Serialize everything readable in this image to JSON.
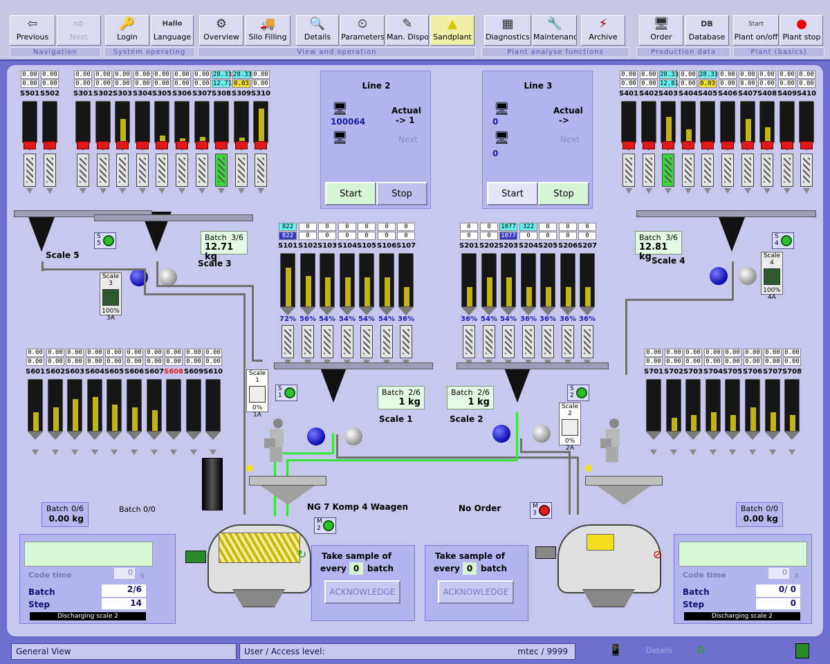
{
  "toolbar": {
    "buttons": [
      {
        "id": "previous",
        "label": "Previous",
        "icon": "arrow-left-icon"
      },
      {
        "id": "next",
        "label": "Next",
        "icon": "arrow-right-icon"
      },
      {
        "id": "login",
        "label": "Login",
        "icon": "key-icon"
      },
      {
        "id": "language",
        "label": "Language",
        "icon": "speech-bubble-icon"
      },
      {
        "id": "overview",
        "label": "Overview",
        "icon": "overview-icon"
      },
      {
        "id": "silo_filling",
        "label": "Silo Filling",
        "icon": "silo-truck-icon"
      },
      {
        "id": "details",
        "label": "Details",
        "icon": "magnifier-icon"
      },
      {
        "id": "parameters",
        "label": "Parameters",
        "icon": "clock-icon"
      },
      {
        "id": "man_dispo",
        "label": "Man. Dispo",
        "icon": "crayons-icon"
      },
      {
        "id": "sandplant",
        "label": "Sandplant",
        "icon": "sand-pile-icon"
      },
      {
        "id": "diagnostics",
        "label": "Diagnostics",
        "icon": "diagnostics-icon"
      },
      {
        "id": "maintenance",
        "label": "Maintenance",
        "icon": "wrench-icon"
      },
      {
        "id": "archive",
        "label": "Archive",
        "icon": "archive-icon"
      },
      {
        "id": "order",
        "label": "Order",
        "icon": "order-icon"
      },
      {
        "id": "database",
        "label": "Database",
        "icon": "database-icon"
      },
      {
        "id": "plant_onoff",
        "label": "Plant on/off",
        "icon": "start-icon"
      },
      {
        "id": "plant_stop",
        "label": "Plant stop",
        "icon": "stop-light-icon"
      }
    ],
    "icon_text": {
      "language": "Hallo",
      "database": "DB",
      "plant_onoff": "Start"
    },
    "groups": [
      "Navigation",
      "System operating",
      "View and operation",
      "Plant analyse functions",
      "Production data",
      "Plant (basics)"
    ]
  },
  "silos": {
    "s501": {
      "labels": [
        "S501",
        "S502"
      ],
      "vals_top": [
        "0.00",
        "0.00"
      ],
      "vals_bot": [
        "0.00",
        "0.00"
      ],
      "fill": [
        0,
        0
      ]
    },
    "s301": {
      "labels": [
        "S301",
        "S302",
        "S303",
        "S304",
        "S305",
        "S306",
        "S307",
        "S308",
        "S309",
        "S310"
      ],
      "vals_top": [
        "0.00",
        "0.00",
        "0.00",
        "0.00",
        "0.00",
        "0.00",
        "0.00",
        "28.33",
        "28.33",
        "0.00"
      ],
      "vals_bot": [
        "0.00",
        "0.00",
        "0.00",
        "0.00",
        "0.00",
        "0.00",
        "0.00",
        "12.71",
        "0.03",
        "0.00"
      ],
      "fill": [
        0,
        0,
        0.55,
        0,
        0.15,
        0.08,
        0.12,
        0,
        0.1,
        0.8
      ]
    },
    "s401": {
      "labels": [
        "S401",
        "S402",
        "S403",
        "S404",
        "S405",
        "S406",
        "S407",
        "S408",
        "S409",
        "S410"
      ],
      "vals_top": [
        "0.00",
        "0.00",
        "28.33",
        "0.00",
        "28.33",
        "0.00",
        "0.00",
        "0.00",
        "0.00",
        "0.00"
      ],
      "vals_bot": [
        "0.00",
        "0.00",
        "12.81",
        "0.00",
        "0.03",
        "0.00",
        "0.00",
        "0.00",
        "0.00",
        "0.00"
      ],
      "fill": [
        0,
        0,
        0.6,
        0.3,
        0,
        0,
        0.55,
        0.35,
        0,
        0
      ]
    },
    "s101": {
      "labels": [
        "S101",
        "S102",
        "S103",
        "S104",
        "S105",
        "S106",
        "S107"
      ],
      "vals_top": [
        "822",
        "0",
        "0",
        "0",
        "0",
        "0",
        "0"
      ],
      "vals_bot": [
        "822",
        "0",
        "0",
        "0",
        "0",
        "0",
        "0"
      ],
      "pct": [
        "72%",
        "56%",
        "54%",
        "54%",
        "54%",
        "54%",
        "36%"
      ],
      "fill": [
        0.72,
        0.56,
        0.54,
        0.54,
        0.54,
        0.54,
        0.36
      ]
    },
    "s201": {
      "labels": [
        "S201",
        "S202",
        "S203",
        "S204",
        "S205",
        "S206",
        "S207"
      ],
      "vals_top": [
        "0",
        "0",
        "1077",
        "322",
        "0",
        "0",
        "0"
      ],
      "vals_bot": [
        "0",
        "0",
        "1077",
        "0",
        "0",
        "0",
        "0"
      ],
      "pct": [
        "36%",
        "54%",
        "54%",
        "36%",
        "36%",
        "36%",
        "36%"
      ],
      "fill": [
        0.36,
        0.54,
        0.54,
        0.36,
        0.36,
        0.36,
        0.36
      ]
    },
    "s601": {
      "labels": [
        "S601",
        "S602",
        "S603",
        "S604",
        "S605",
        "S606",
        "S607",
        "S608",
        "S609",
        "S610"
      ],
      "vals_top": [
        "0.00",
        "0.00",
        "0.00",
        "0.00",
        "0.00",
        "0.00",
        "0.00",
        "0.00",
        "0.00",
        "0.00"
      ],
      "vals_bot": [
        "0.00",
        "0.00",
        "0.00",
        "0.00",
        "0.00",
        "0.00",
        "0.00",
        "0.00",
        "0.00",
        "0.00"
      ],
      "fill": [
        0.35,
        0.45,
        0.6,
        0.65,
        0.5,
        0.45,
        0.4,
        0,
        0,
        0
      ],
      "alarm_label": "S608"
    },
    "s701": {
      "labels": [
        "S701",
        "S702",
        "S703",
        "S704",
        "S705",
        "S706",
        "S707",
        "S708"
      ],
      "vals_top": [
        "0.00",
        "0.00",
        "0.00",
        "0.00",
        "0.00",
        "0.00",
        "0.00",
        "0.00"
      ],
      "vals_bot": [
        "0.00",
        "0.00",
        "0.00",
        "0.00",
        "0.00",
        "0.00",
        "0.00",
        "0.00"
      ],
      "fill": [
        0,
        0.25,
        0.3,
        0.35,
        0.3,
        0.45,
        0.35,
        0.3
      ]
    }
  },
  "alarm_icon": "alarm-icon",
  "scales": {
    "scale5": "Scale 5",
    "scale3": "Scale 3",
    "scale4": "Scale 4",
    "scale1": "Scale 1",
    "scale2": "Scale 2",
    "batch3": {
      "label": "Batch",
      "value": "3/6",
      "weight": "12.71 kg"
    },
    "batch4": {
      "label": "Batch",
      "value": "3/6",
      "weight": "12.81 kg"
    },
    "batch1": {
      "label": "Batch",
      "value": "2/6",
      "weight": "1 kg"
    },
    "batch2": {
      "label": "Batch",
      "value": "2/6",
      "weight": "1 kg"
    },
    "dev3": {
      "title": "Scale 3",
      "pct": "100%",
      "amp": "3A"
    },
    "dev4": {
      "title": "Scale 4",
      "pct": "100%",
      "amp": "4A"
    },
    "dev1": {
      "title": "Scale 1",
      "pct": "0%",
      "amp": "1A"
    },
    "dev2": {
      "title": "Scale 2",
      "pct": "0%",
      "amp": "2A"
    },
    "badge_s": "S",
    "badge_m": "M",
    "n5": "5",
    "n3": "3",
    "n1": "1",
    "n2": "2",
    "n4": "4",
    "nm2": "2",
    "nm3": "3"
  },
  "line2": {
    "title": "Line 2",
    "order": "100064",
    "actual_label": "Actual",
    "actual_value": "-> 1",
    "next_label": "Next",
    "second": "",
    "start": "Start",
    "stop": "Stop"
  },
  "line3": {
    "title": "Line 3",
    "order": "0",
    "actual_label": "Actual",
    "actual_value": "->",
    "next_label": "Next",
    "second": "0",
    "start": "Start",
    "stop": "Stop"
  },
  "mixer_left": {
    "recipe": "NG 7 Komp 4 Waagen",
    "batch_box": {
      "label": "Batch",
      "value": "0/6",
      "weight": "0.00 kg"
    },
    "batch_plain": {
      "label": "Batch",
      "value": "0/0"
    }
  },
  "mixer_right": {
    "order": "No Order",
    "batch_box": {
      "label": "Batch",
      "value": "0/0",
      "weight": "0.00 kg"
    }
  },
  "sample_left": {
    "line1": "Take sample of",
    "every": "every",
    "value": "0",
    "batch": "batch",
    "ack": "ACKNOWLEDGE"
  },
  "sample_right": {
    "line1": "Take sample of",
    "every": "every",
    "value": "0",
    "batch": "batch",
    "ack": "ACKNOWLEDGE"
  },
  "info_left": {
    "code_time_label": "Code time",
    "code_time": "0",
    "unit": "s",
    "batch_label": "Batch",
    "batch": "2/6",
    "step_label": "Step",
    "step": "14",
    "status": "Discharging scale 2"
  },
  "info_right": {
    "code_time_label": "Code time",
    "code_time": "0",
    "unit": "s",
    "batch_label": "Batch",
    "batch": "0/ 0",
    "step_label": "Step",
    "step": "0",
    "status": "Discharging scale 2"
  },
  "status": {
    "view": "General View",
    "user": "User / Access level:",
    "user_value": "mtec / 9999",
    "details": "Details"
  },
  "colors": {
    "accent": "#3ed43e",
    "alarm": "#e01818",
    "silo_fill": "#c0b418"
  }
}
